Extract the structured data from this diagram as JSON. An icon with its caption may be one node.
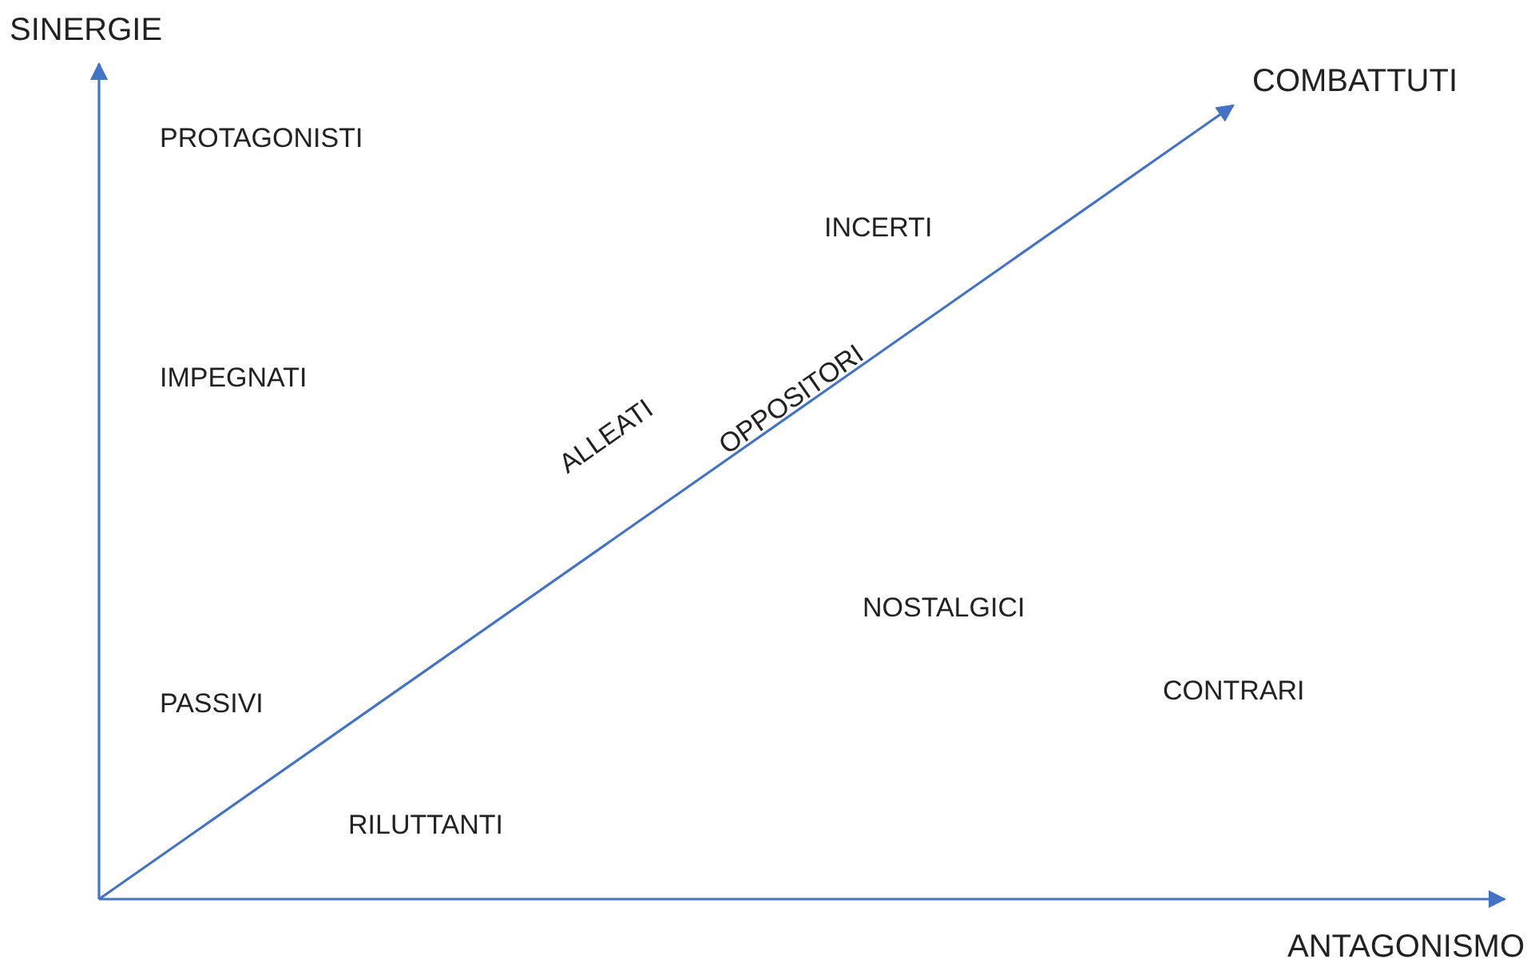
{
  "diagram": {
    "labels": [
      "SINERGIE",
      "COMBATTUTI",
      "PROTAGONISTI",
      "INCERTI",
      "IMPEGNATI",
      "ALLEATI",
      "OPPOSITORI",
      "NOSTALGICI",
      "PASSIVI",
      "CONTRARI",
      "RILUTTANTI",
      "ANTAGONISMO"
    ]
  }
}
